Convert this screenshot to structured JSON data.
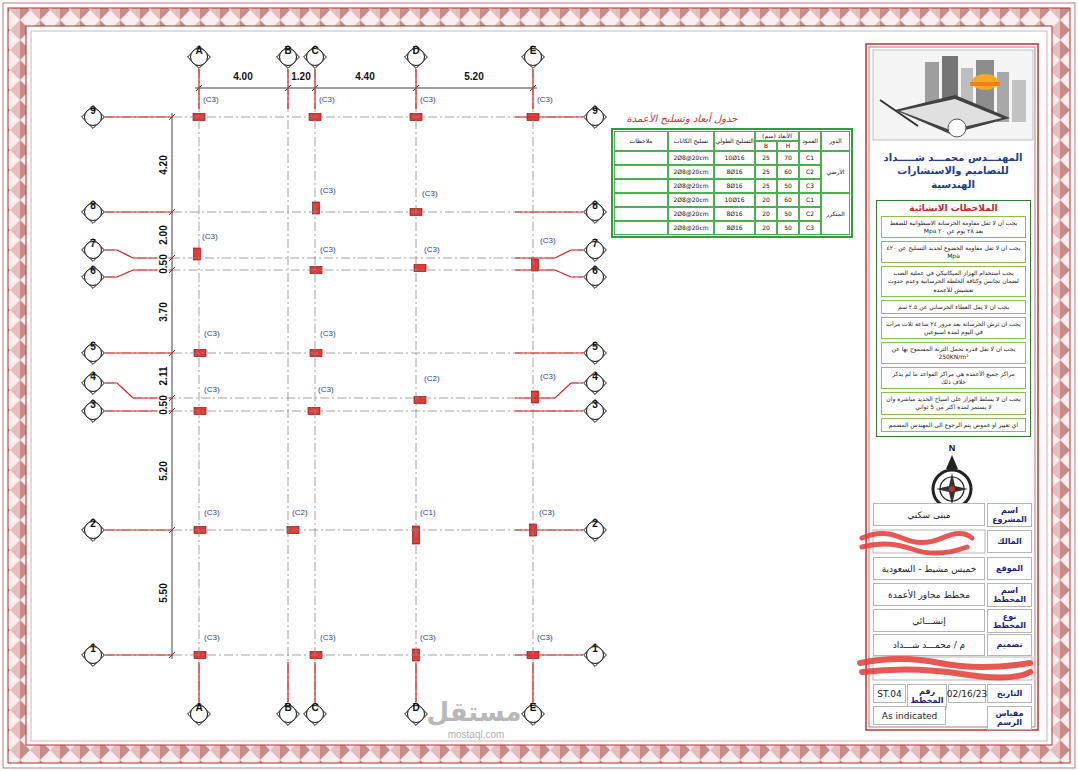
{
  "diagram": {
    "nodes": [
      {
        "text": [
          "A"
        ]
      },
      {
        "text": [
          "B"
        ]
      },
      {
        "text": [
          "C"
        ]
      },
      {
        "text": [
          "D"
        ]
      },
      {
        "text": [
          "E"
        ]
      },
      {
        "text": [
          "A"
        ]
      },
      {
        "text": [
          "B"
        ]
      },
      {
        "text": [
          "C"
        ]
      },
      {
        "text": [
          "D"
        ]
      },
      {
        "text": [
          "E"
        ]
      },
      {
        "text": [
          "9"
        ]
      },
      {
        "text": [
          "8"
        ]
      },
      {
        "text": [
          "7"
        ]
      },
      {
        "text": [
          "6"
        ]
      },
      {
        "text": [
          "5"
        ]
      },
      {
        "text": [
          "4"
        ]
      },
      {
        "text": [
          "3"
        ]
      },
      {
        "text": [
          "2"
        ]
      },
      {
        "text": [
          "1"
        ]
      },
      {
        "text": [
          "9"
        ]
      },
      {
        "text": [
          "8"
        ]
      },
      {
        "text": [
          "7"
        ]
      },
      {
        "text": [
          "6"
        ]
      },
      {
        "text": [
          "5"
        ]
      },
      {
        "text": [
          "4"
        ]
      },
      {
        "text": [
          "3"
        ]
      },
      {
        "text": [
          "2"
        ]
      },
      {
        "text": [
          "1"
        ]
      },
      {
        "text": [
          "المهنـــدس محمـــد شـــــداد",
          "للتصاميم والاستشارات الهندسية"
        ]
      },
      {
        "text": [
          "الملاحظات الانشائية"
        ]
      },
      {
        "text": [
          "يجب ان لا تقل مقاومة الخرسانة الاسطوانية للضغط بعد ٢٨ يوم عن ٢٠ Mpa"
        ],
        "in": 29
      },
      {
        "text": [
          "يجب ان لا تقل مقاومة الخضوع لحديد التسليح عن ٤٢٠ Mpa"
        ],
        "in": 29
      },
      {
        "text": [
          "يجب استخدام الهزاز الميكانيكي في عملية الصب لضمان تجانس وكثافة الخلطة الخرسانية وعدم حدوث تعشيش للأعمدة"
        ],
        "in": 29
      },
      {
        "text": [
          "يجب ان لا يقل الغطاء الخرساني عن ٢.٥ سم"
        ],
        "in": 29
      },
      {
        "text": [
          "يجب ان ترش الخرسانة بعد مرور ٢٤ ساعة ثلاث مرات في اليوم لمدة اسبوعين"
        ],
        "in": 29
      },
      {
        "text": [
          "يجب ان لا تقل قدرة تحمل التربة المسموح بها عن 250KN/m²"
        ],
        "in": 29
      },
      {
        "text": [
          "مراكز جميع الأعمدة هي مراكز القواعد ما لم يذكر خلاف ذلك"
        ],
        "in": 29
      },
      {
        "text": [
          "يجب ان لا يسلط الهزاز على اسياخ الحديد مباشرة وان لا يستمر لمدة اكثر من 5 ثواني"
        ],
        "in": 29
      },
      {
        "text": [
          "اي تغيير او غموض يتم الرجوع الى المهندس المصمم"
        ],
        "in": 29
      },
      {
        "text": [
          "مبنى سكني"
        ]
      },
      {
        "text": [
          "اسم المشروع"
        ]
      },
      {
        "text": [
          "المالك"
        ]
      },
      {
        "text": [
          "خميس مشيط - السعودية"
        ]
      },
      {
        "text": [
          "الموقع"
        ]
      },
      {
        "text": [
          "مخطط محاور الأعمدة"
        ]
      },
      {
        "text": [
          "اسم المخطط"
        ]
      },
      {
        "text": [
          "إنشـــائي"
        ]
      },
      {
        "text": [
          "نوع المخطط"
        ]
      },
      {
        "text": [
          "م / محمـــد شـــداد"
        ]
      },
      {
        "text": [
          "تصميم"
        ]
      },
      {
        "text": [
          "ST.04"
        ]
      },
      {
        "text": [
          "رقم المخطط"
        ]
      },
      {
        "text": [
          "02/16/23"
        ]
      },
      {
        "text": [
          "التاريخ"
        ]
      },
      {
        "text": [
          "As indicated"
        ]
      },
      {
        "text": [
          "مقياس الرسم"
        ]
      }
    ],
    "edges": [
      {
        "from": 0,
        "to": 5,
        "arrow": "none"
      },
      {
        "from": 1,
        "to": 6,
        "arrow": "none"
      },
      {
        "from": 2,
        "to": 7,
        "arrow": "none"
      },
      {
        "from": 3,
        "to": 8,
        "arrow": "none"
      },
      {
        "from": 4,
        "to": 9,
        "arrow": "none"
      },
      {
        "from": 10,
        "to": 19,
        "arrow": "none"
      },
      {
        "from": 11,
        "to": 20,
        "arrow": "none"
      },
      {
        "from": 12,
        "to": 21,
        "arrow": "none"
      },
      {
        "from": 13,
        "to": 22,
        "arrow": "none"
      },
      {
        "from": 14,
        "to": 23,
        "arrow": "none"
      },
      {
        "from": 15,
        "to": 24,
        "arrow": "none"
      },
      {
        "from": 16,
        "to": 25,
        "arrow": "none"
      },
      {
        "from": 17,
        "to": 26,
        "arrow": "none"
      },
      {
        "from": 18,
        "to": 27,
        "arrow": "none"
      }
    ],
    "labels": [
      "4.00",
      "1.20",
      "4.40",
      "5.20",
      "4.20",
      "2.00",
      "0.50",
      "3.70",
      "2.11",
      "0.50",
      "5.20",
      "5.50",
      "(C3)",
      "(C3)",
      "(C3)",
      "(C3)",
      "(C3)",
      "(C3)",
      "(C3)",
      "(C3)",
      "(C3)",
      "(C3)",
      "(C3)",
      "(C3)",
      "(C3)",
      "(C2)",
      "(C3)",
      "(C3)",
      "(C3)",
      "(C2)",
      "(C1)",
      "(C3)",
      "(C3)",
      "(C3)",
      "(C3)",
      "(C3)",
      "جدول أبعاد وتسليح الأعمدة",
      "ملاحظات",
      "تسليح الكانات",
      "التسليح الطولي",
      "الأبعاد (سم)",
      "B",
      "H",
      "العمود",
      "الدور",
      "الأرضي",
      "المتكرر",
      "2Ø8@20cm",
      "10Ø16",
      "25",
      "70",
      "C1",
      "2Ø8@20cm",
      "8Ø16",
      "25",
      "60",
      "C2",
      "2Ø8@20cm",
      "8Ø16",
      "25",
      "50",
      "C3",
      "2Ø8@20cm",
      "10Ø16",
      "20",
      "60",
      "C1",
      "2Ø8@20cm",
      "8Ø16",
      "20",
      "50",
      "C2",
      "2Ø8@20cm",
      "8Ø16",
      "20",
      "50",
      "C3",
      "N",
      "مستقل",
      "mostaql.com"
    ]
  }
}
